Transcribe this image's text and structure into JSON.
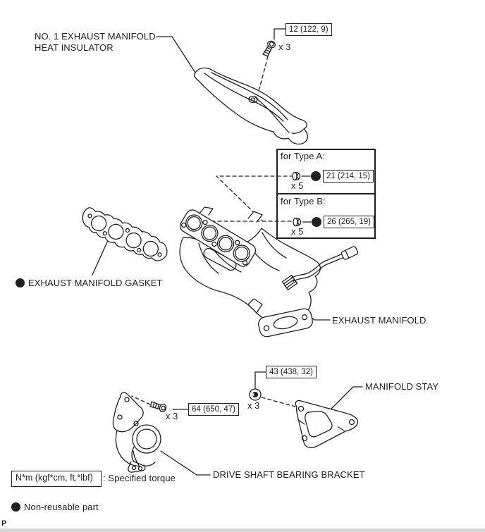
{
  "page_marker": "P",
  "labels": {
    "heat_insulator": {
      "line1": "NO. 1 EXHAUST MANIFOLD",
      "line2": "HEAT INSULATOR"
    },
    "gasket": "EXHAUST MANIFOLD GASKET",
    "manifold": "EXHAUST MANIFOLD",
    "stay": "MANIFOLD STAY",
    "bracket": "DRIVE SHAFT BEARING BRACKET"
  },
  "torque_specs": {
    "insulator_bolts": {
      "torque": "12 (122, 9)",
      "quantity": "x 3"
    },
    "manifold_nuts_type_a": {
      "heading": "for Type A:",
      "torque": "21 (214, 15)",
      "quantity": "x 5"
    },
    "manifold_nuts_type_b": {
      "heading": "for Type B:",
      "torque": "26 (265, 19)",
      "quantity": "x 5"
    },
    "stay_nuts": {
      "torque": "43 (438, 32)",
      "quantity": "x 3"
    },
    "bracket_bolts": {
      "torque": "64 (650, 47)",
      "quantity": "x 3"
    }
  },
  "legend": {
    "torque_unit": "N*m (kgf*cm, ft.*lbf)",
    "torque_meaning": ": Specified torque",
    "non_reusable": "Non-reusable part"
  },
  "colors": {
    "line": "#231f20",
    "background": "#ffffff",
    "footer_bar": "#d6d6d6"
  }
}
